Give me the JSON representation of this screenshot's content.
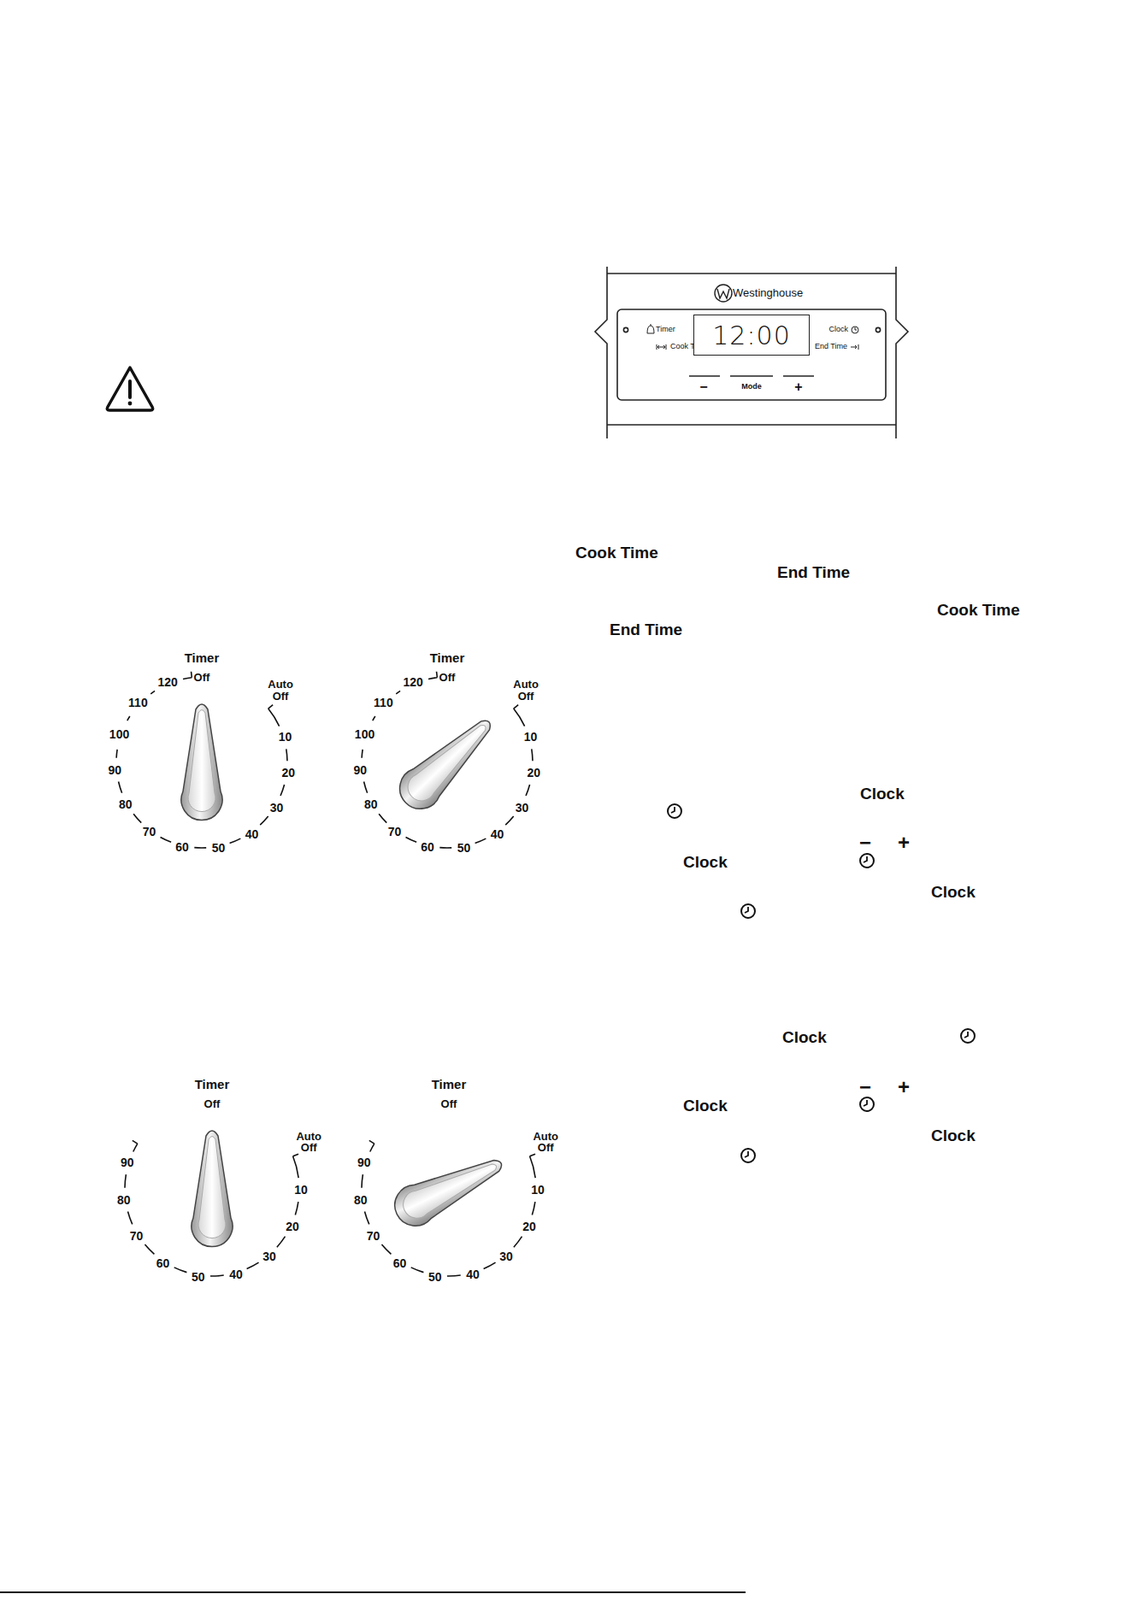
{
  "diagram": {
    "nodes": [
      {
        "text": [
          "Westinghouse",
          "Timer",
          "Cook Time",
          "Clock",
          "End Time",
          "−",
          "Mode",
          "+"
        ]
      },
      {
        "text": [
          "12:00"
        ],
        "in": 0
      }
    ],
    "labels": [
      "Timer",
      "Off",
      "Auto Off",
      "10",
      "20",
      "30",
      "40",
      "50",
      "60",
      "70",
      "80",
      "90",
      "100",
      "110",
      "120",
      "Timer",
      "Off",
      "Auto Off",
      "10",
      "20",
      "30",
      "40",
      "50",
      "60",
      "70",
      "80",
      "90",
      "100",
      "110",
      "120",
      "Timer",
      "Off",
      "Auto Off",
      "10",
      "20",
      "30",
      "40",
      "50",
      "60",
      "70",
      "80",
      "90",
      "Timer",
      "Off",
      "Auto Off",
      "10",
      "20",
      "30",
      "40",
      "50",
      "60",
      "70",
      "80",
      "90",
      "Cook Time",
      "End Time",
      "Cook Time",
      "End Time",
      "Clock",
      "−",
      "+",
      "Clock",
      "Clock",
      "Clock",
      "−",
      "+",
      "Clock",
      "Clock"
    ]
  }
}
